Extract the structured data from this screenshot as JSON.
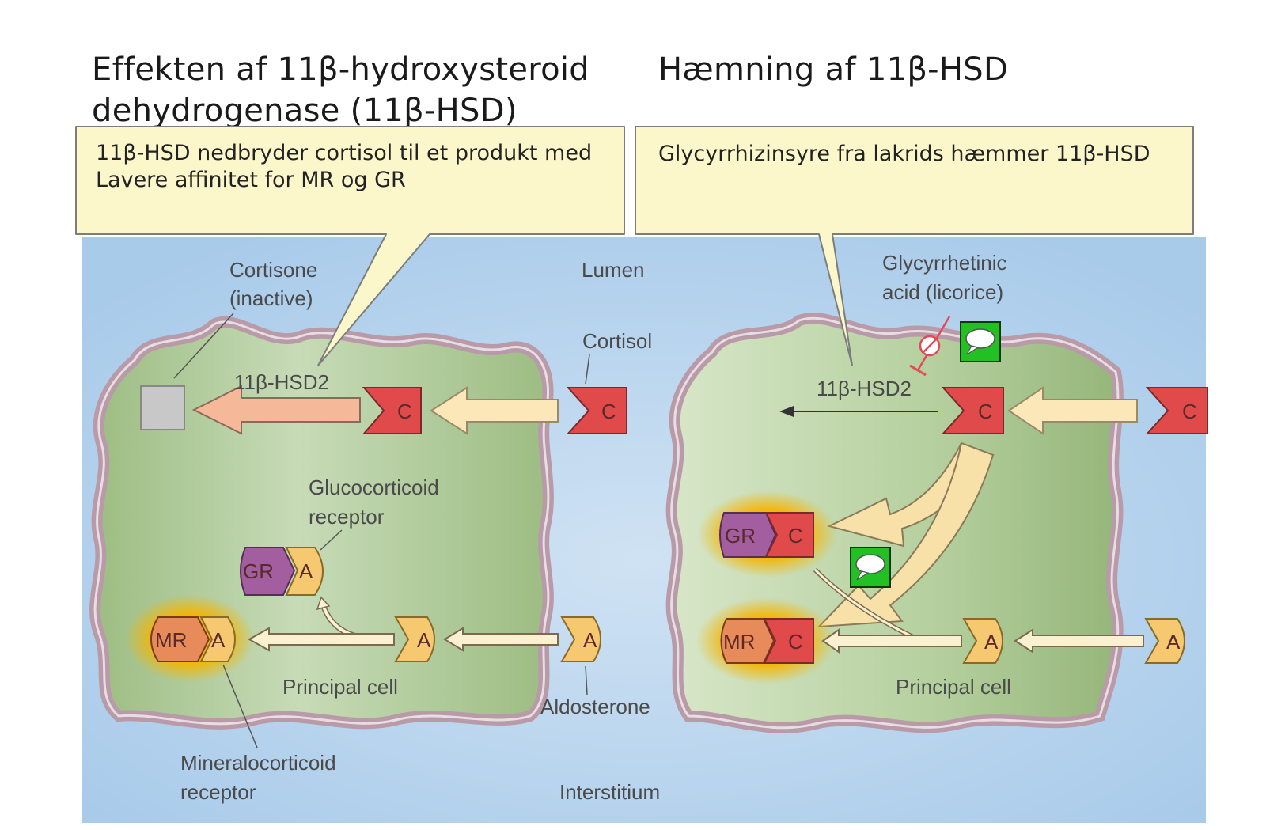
{
  "titles": {
    "left": "Effekten af 11β-hydroxysteroid dehydrogenase (11β-HSD)",
    "right": "Hæmning af 11β-HSD"
  },
  "callouts": {
    "left": "11β-HSD nedbryder cortisol til et produkt med\nLavere affinitet for MR og GR",
    "right": "Glycyrrhizinsyre fra lakrids hæmmer 11β-HSD"
  },
  "figure": {
    "lumen": "Lumen",
    "interstitium": "Interstitium",
    "cortisone_line1": "Cortisone",
    "cortisone_line2": "(inactive)",
    "cortisol": "Cortisol",
    "enzyme_left": "11β-HSD2",
    "enzyme_right": "11β-HSD2",
    "glycyrrhetinic_line1": "Glycyrrhetinic",
    "glycyrrhetinic_line2": "acid (licorice)",
    "gr_label_line1": "Glucocorticoid",
    "gr_label_line2": "receptor",
    "principal_cell_left": "Principal cell",
    "principal_cell_right": "Principal cell",
    "aldosterone": "Aldosterone",
    "mr_label_line1": "Mineralocorticoid",
    "mr_label_line2": "receptor",
    "sym_c": "C",
    "sym_a": "A",
    "sym_gr": "GR",
    "sym_mr": "MR"
  },
  "colors": {
    "lumen": "#bcd6ee",
    "cell": "#a4c48a",
    "membrane": "#b99aa8",
    "cortisol": "#e04a4a",
    "aldosterone": "#f6c870",
    "gr": "#a35ea0",
    "mr": "#e88b5a",
    "callout": "#fbf7cb",
    "comment": "#22c022"
  },
  "icons": [
    "speech-bubble-icon",
    "inhibit-icon"
  ]
}
